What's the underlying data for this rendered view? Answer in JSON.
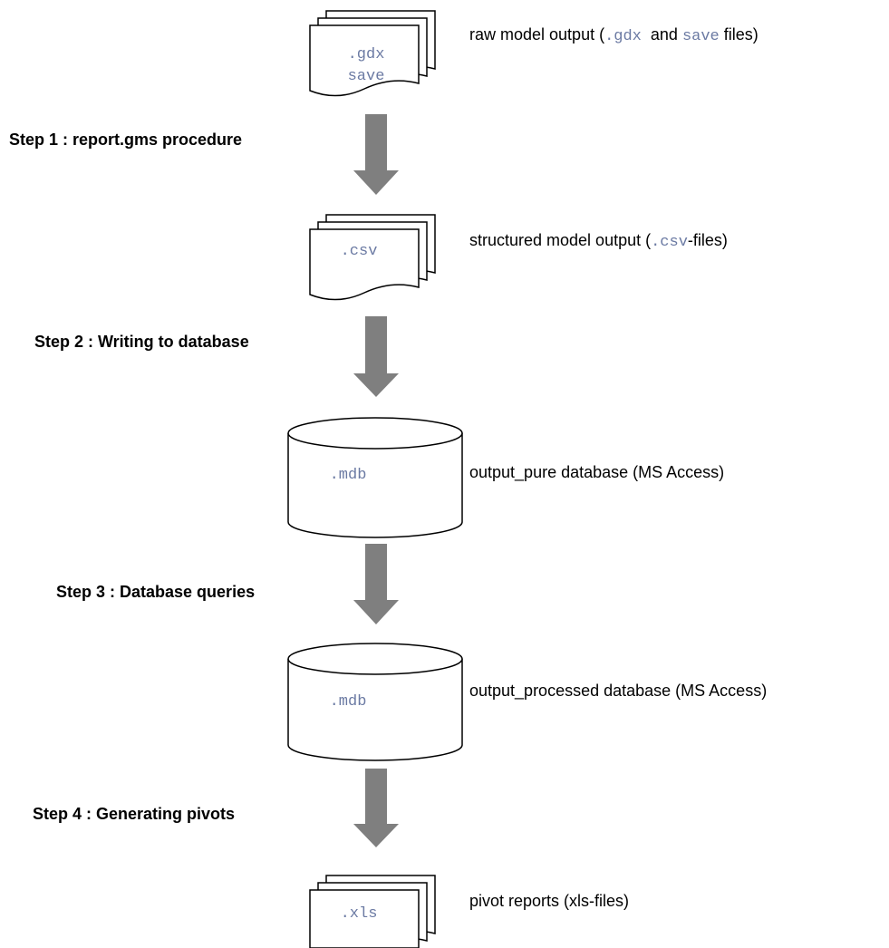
{
  "colors": {
    "arrow": "#7f7f7f",
    "code_text": "#6b7aa3",
    "stroke": "#000000",
    "text": "#000000"
  },
  "stages": [
    {
      "icon": "document-stack-icon",
      "icon_lines": [
        ".gdx",
        "save"
      ],
      "description": {
        "prefix": "raw model output (",
        "code1": ".gdx",
        "mid": "  and ",
        "code2": "save",
        "suffix": " files)"
      }
    },
    {
      "icon": "document-stack-icon",
      "icon_lines": [
        ".csv"
      ],
      "description": {
        "prefix": "structured model output (",
        "code1": ".csv",
        "suffix": "-files)"
      }
    },
    {
      "icon": "database-cylinder-icon",
      "icon_lines": [
        ".mdb"
      ],
      "description": {
        "text": "output_pure database (MS Access)"
      }
    },
    {
      "icon": "database-cylinder-icon",
      "icon_lines": [
        ".mdb"
      ],
      "description": {
        "text": "output_processed database (MS Access)"
      }
    },
    {
      "icon": "document-stack-icon",
      "icon_lines": [
        ".xls"
      ],
      "description": {
        "text": "pivot reports (xls-files)"
      }
    }
  ],
  "steps": [
    {
      "label": "Step 1 : report.gms procedure"
    },
    {
      "label": "Step 2 : Writing to database"
    },
    {
      "label": "Step 3 : Database queries"
    },
    {
      "label": "Step 4 : Generating pivots"
    }
  ]
}
